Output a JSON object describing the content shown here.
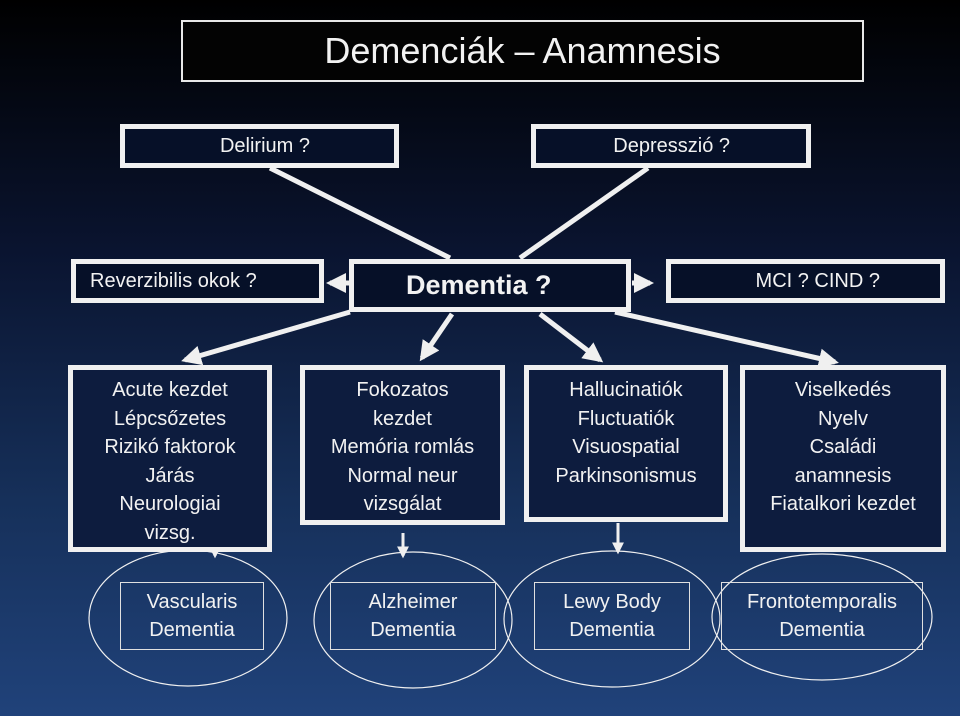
{
  "title": "Demenciák – Anamnesis",
  "questions": {
    "delirium": "Delirium ?",
    "depressio": "Depresszió ?",
    "reverzibilis": "Reverzibilis okok ?",
    "dementia": "Dementia ?",
    "mci": "MCI ? CIND ?"
  },
  "features": [
    {
      "lines": [
        "Acute kezdet",
        "Lépcsőzetes",
        "Rizikó faktorok",
        "Járás",
        "Neurologiai",
        "vizsg."
      ]
    },
    {
      "lines": [
        "Fokozatos",
        "kezdet",
        "Memória romlás",
        "Normal neur",
        "vizsgálat"
      ]
    },
    {
      "lines": [
        "Hallucinatiók",
        "Fluctuatiók",
        "Visuospatial",
        "Parkinsonismus"
      ]
    },
    {
      "lines": [
        "Viselkedés",
        "Nyelv",
        "Családi",
        "anamnesis",
        "Fiatalkori kezdet"
      ]
    }
  ],
  "types": [
    {
      "lines": [
        "Vascularis",
        "Dementia"
      ]
    },
    {
      "lines": [
        "Alzheimer",
        "Dementia"
      ]
    },
    {
      "lines": [
        "Lewy Body",
        "Dementia"
      ]
    },
    {
      "lines": [
        "Frontotemporalis",
        "Dementia"
      ]
    }
  ],
  "colors": {
    "background_top": "#000000",
    "background_bottom": "#20427a",
    "stroke": "#f0f0f0",
    "text": "#f2f2f2"
  }
}
